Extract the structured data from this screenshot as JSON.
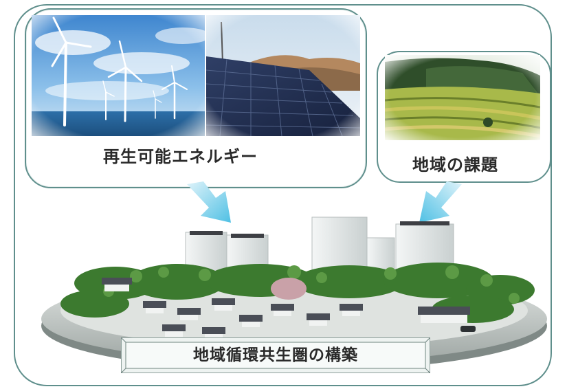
{
  "renewable": {
    "caption": "再生可能エネルギー"
  },
  "local_issues": {
    "caption": "地域の課題"
  },
  "result": {
    "caption": "地域循環共生圏の構築"
  },
  "colors": {
    "frame": "#5f8f8c",
    "arrow": "#5cc6e6",
    "text": "#2a2a2a"
  }
}
